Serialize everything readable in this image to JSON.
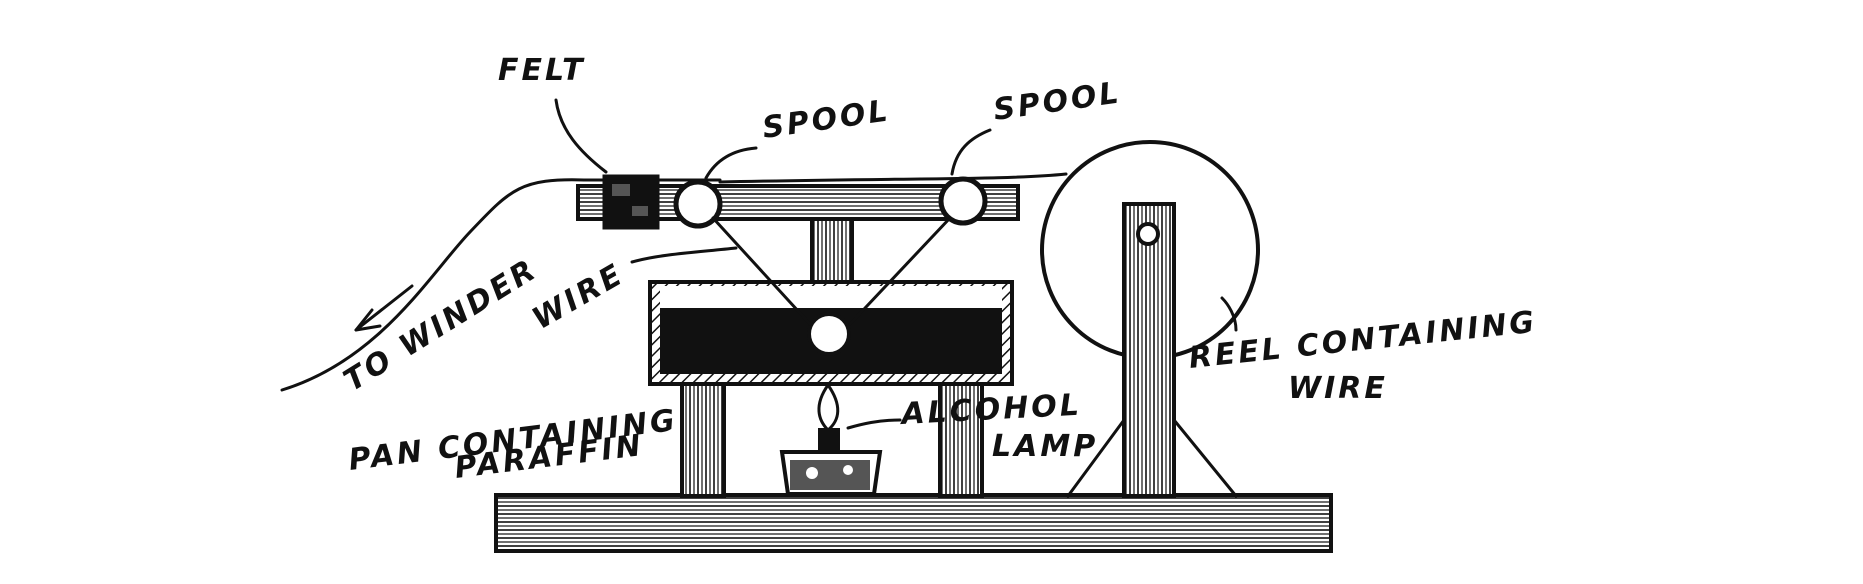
{
  "labels": {
    "felt": "FELT",
    "spool_left": "SPOOL",
    "spool_right": "SPOOL",
    "wire": "WIRE",
    "to_winder": "TO WINDER",
    "pan_line1": "PAN CONTAINING",
    "pan_line2": "PARAFFIN",
    "lamp_line1": "ALCOHOL",
    "lamp_line2": "LAMP",
    "reel_line1": "REEL CONTAINING",
    "reel_line2": "WIRE"
  }
}
